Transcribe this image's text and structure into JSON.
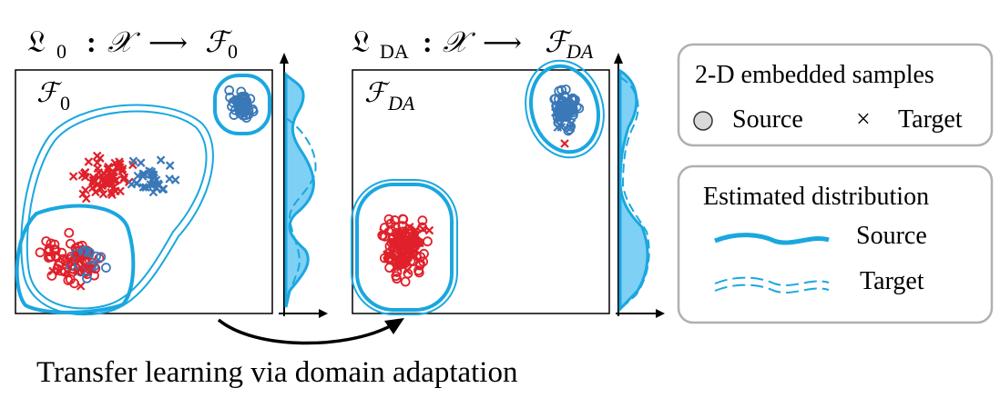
{
  "left_panel": {
    "title_script": "𝔏",
    "title_sub": "0",
    "title_colon": ":",
    "title_domain": "𝒳",
    "title_arrow": "⟶",
    "title_target": "ℱ",
    "title_target_sub": "0",
    "space_label": "ℱ",
    "space_label_sub": "0"
  },
  "right_panel": {
    "title_script": "𝔏",
    "title_sub": "DA",
    "title_colon": ":",
    "title_domain": "𝒳",
    "title_arrow": "⟶",
    "title_target": "ℱ",
    "title_target_sub": "DA",
    "space_label": "ℱ",
    "space_label_sub": "DA"
  },
  "caption": "Transfer learning via domain adaptation",
  "legend_samples": {
    "title": "2-D embedded samples",
    "source_label": "Source",
    "target_marker": "×",
    "target_label": "Target"
  },
  "legend_distribution": {
    "title": "Estimated distribution",
    "source_label": "Source",
    "target_label": "Target"
  },
  "colors": {
    "source_blue": "#3a78b8",
    "target_red": "#e0202a",
    "contour_cyan": "#1aa7e0",
    "density_fill": "#7fd0f5",
    "legend_border": "#b0b0b0"
  }
}
